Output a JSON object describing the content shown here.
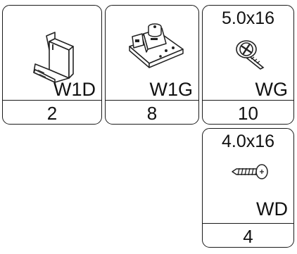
{
  "parts": [
    {
      "code": "W1D",
      "size": "",
      "quantity": "2",
      "icon": "bracket-icon"
    },
    {
      "code": "W1G",
      "size": "",
      "quantity": "8",
      "icon": "hinge-plate-icon"
    },
    {
      "code": "WG",
      "size": "5.0x16",
      "quantity": "10",
      "icon": "screw-top-icon"
    },
    {
      "code": "WD",
      "size": "4.0x16",
      "quantity": "4",
      "icon": "screw-side-icon"
    }
  ]
}
